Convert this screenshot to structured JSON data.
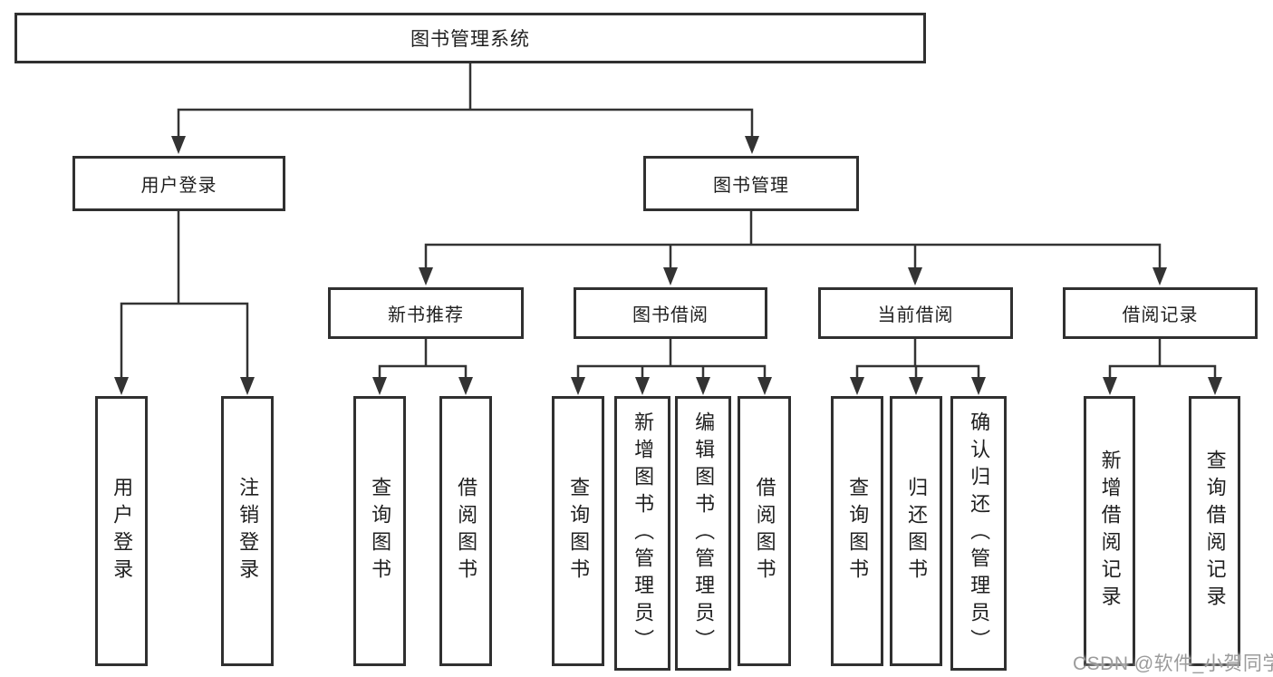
{
  "diagram": {
    "root": {
      "label": "图书管理系统",
      "children": [
        {
          "label": "用户登录",
          "children": [
            {
              "label": "用户登录"
            },
            {
              "label": "注销登录"
            }
          ]
        },
        {
          "label": "图书管理",
          "children": [
            {
              "label": "新书推荐",
              "children": [
                {
                  "label": "查询图书"
                },
                {
                  "label": "借阅图书"
                }
              ]
            },
            {
              "label": "图书借阅",
              "children": [
                {
                  "label": "查询图书"
                },
                {
                  "label": "新增图书（管理员）"
                },
                {
                  "label": "编辑图书（管理员）"
                },
                {
                  "label": "借阅图书"
                }
              ]
            },
            {
              "label": "当前借阅",
              "children": [
                {
                  "label": "查询图书"
                },
                {
                  "label": "归还图书"
                },
                {
                  "label": "确认归还（管理员）"
                }
              ]
            },
            {
              "label": "借阅记录",
              "children": [
                {
                  "label": "新增借阅记录"
                },
                {
                  "label": "查询借阅记录"
                }
              ]
            }
          ]
        }
      ]
    }
  },
  "watermark": {
    "text": "CSDN @软件_小贺同学"
  },
  "colors": {
    "line": "#333333",
    "box_border": "#303030",
    "box_fill": "#ffffff",
    "text": "#1f1f1f",
    "watermark": "#9b9b9b",
    "background": "#ffffff"
  }
}
